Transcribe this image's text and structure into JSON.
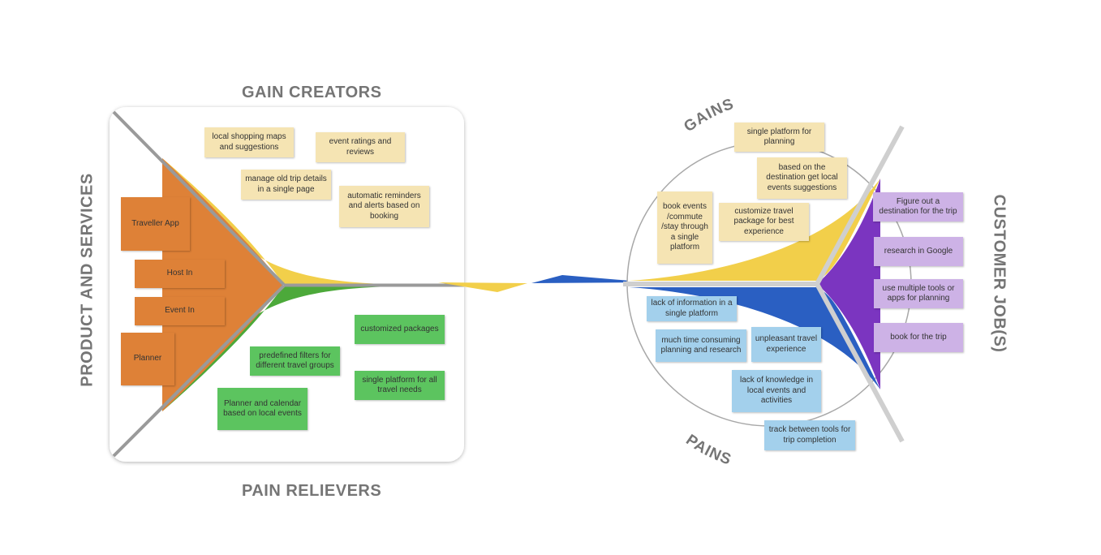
{
  "labels": {
    "gain_creators": "GAIN CREATORS",
    "pain_relievers": "PAIN RELIEVERS",
    "product_services": "PRODUCT AND SERVICES",
    "gains": "GAINS",
    "pains": "PAINS",
    "customer_jobs": "CUSTOMER JOB(S)"
  },
  "gain_creators": [
    "local shopping maps and suggestions",
    "event ratings and reviews",
    "manage old trip details in a single page",
    "automatic reminders and alerts based on booking"
  ],
  "products_services": [
    "Traveller App",
    "Host In",
    "Event In",
    "Planner"
  ],
  "pain_relievers": [
    "customized packages",
    "predefined filters for different travel groups",
    "single platform for all travel needs",
    "Planner and calendar based on local events"
  ],
  "gains": [
    "single platform for planning",
    "based on the destination get local events suggestions",
    "book events /commute /stay through a single platform",
    "customize travel package for best experience"
  ],
  "pains": [
    "lack of information in a single platform",
    "much time consuming planning and research",
    "unpleasant travel experience",
    "lack of knowledge in local events and activities",
    "track between tools for trip completion"
  ],
  "customer_jobs": [
    "Figure out a destination for the trip",
    "research in Google",
    "use multiple tools or apps for planning",
    "book for the trip"
  ],
  "colors": {
    "gain_creators": "#f2cf4a",
    "pain_relievers": "#4ca93a",
    "products_services": "#de8137",
    "gains": "#f2cf4a",
    "pains": "#2a5fc2",
    "customer_jobs": "#7b35c0"
  }
}
